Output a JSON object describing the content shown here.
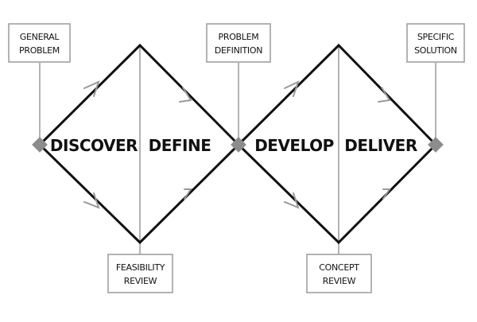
{
  "diagram": {
    "phases": [
      "DISCOVER",
      "DEFINE",
      "DEVELOP",
      "DELIVER"
    ],
    "milestones": {
      "general_problem": [
        "GENERAL",
        "PROBLEM"
      ],
      "problem_definition": [
        "PROBLEM",
        "DEFINITION"
      ],
      "specific_solution": [
        "SPECIFIC",
        "SOLUTION"
      ]
    },
    "reviews": {
      "feasibility_review": [
        "FEASIBILITY",
        "REVIEW"
      ],
      "concept_review": [
        "CONCEPT",
        "REVIEW"
      ]
    },
    "colors": {
      "outline": "#111111",
      "connector": "#9a9a9a",
      "node": "#8c8c8c",
      "arrow": "#999999"
    }
  }
}
